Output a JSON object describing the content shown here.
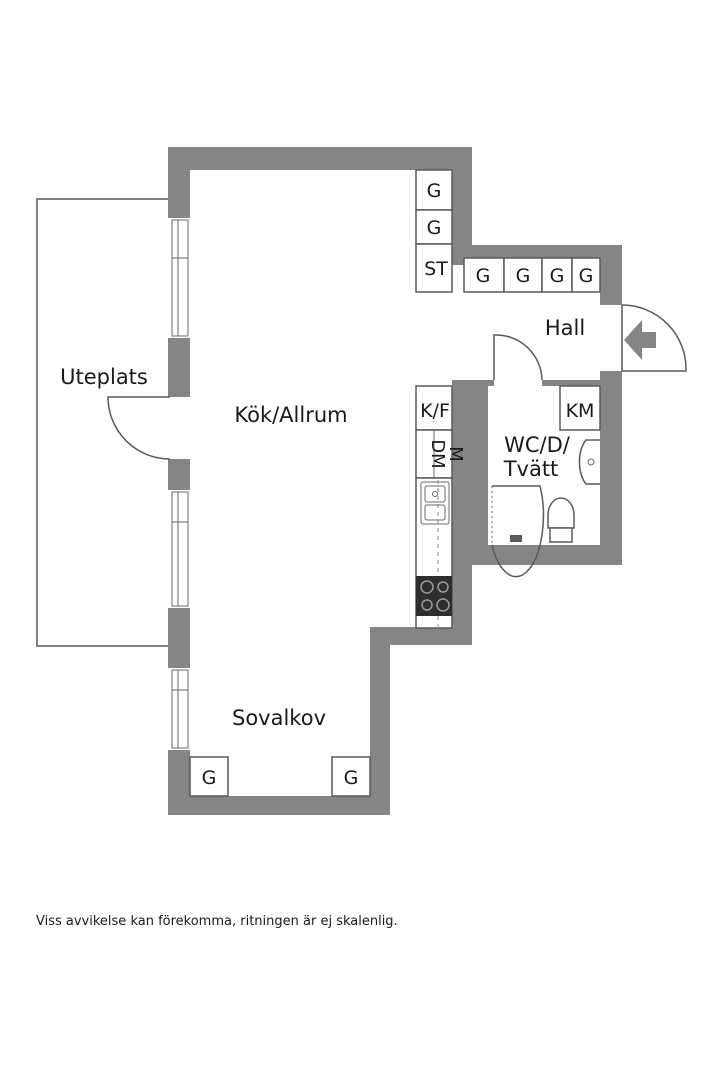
{
  "rooms": {
    "kitchen": "Kök/Allrum",
    "patio": "Uteplats",
    "hall": "Hall",
    "bath_line1": "WC/D/",
    "bath_line2": "Tvätt",
    "sleeping": "Sovalkov"
  },
  "fixtures": {
    "g": "G",
    "st": "ST",
    "kf": "K/F",
    "km": "KM",
    "dm": "DM",
    "m": "M"
  },
  "disclaimer": "Viss avvikelse kan förekomma, ritningen är ej skalenlig.",
  "colors": {
    "wall": "#858585",
    "line": "#5a5a5a",
    "stove": "#2e2e2e"
  }
}
